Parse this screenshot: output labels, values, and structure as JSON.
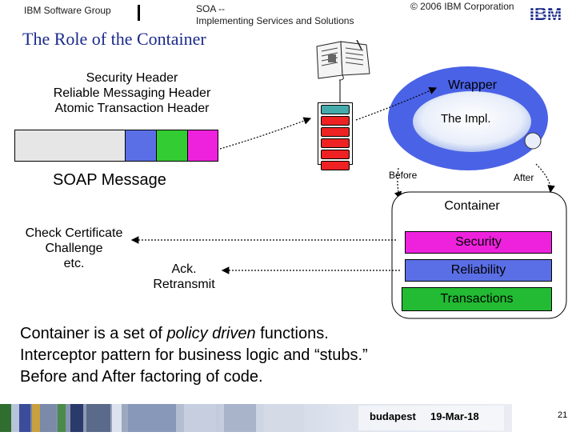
{
  "header": {
    "group": "IBM Software Group",
    "course_line1": "SOA --",
    "course_line2": "Implementing Services and Solutions",
    "copyright": "© 2006 IBM Corporation",
    "logo": "IBM"
  },
  "title": "The Role of the Container",
  "headers_list": [
    "Security Header",
    "Reliable Messaging Header",
    "Atomic Transaction Header"
  ],
  "soap_label": "SOAP Message",
  "soap_segments": [
    {
      "color": "#e6e6e6"
    },
    {
      "color": "#5a6fe6"
    },
    {
      "color": "#33cc33"
    },
    {
      "color": "#ee22dd"
    }
  ],
  "stack_colors": [
    "#44aaaa",
    "#ee2222",
    "#ee2222",
    "#ee2222",
    "#ee2222",
    "#ee2222"
  ],
  "wrapper_label": "Wrapper",
  "impl_label": "The Impl.",
  "before_label": "Before",
  "after_label": "After",
  "container": {
    "title": "Container",
    "layers": [
      {
        "label": "Security",
        "color": "#ee22dd"
      },
      {
        "label": "Reliability",
        "color": "#5a6fe6"
      },
      {
        "label": "Transactions",
        "color": "#22bb33"
      }
    ]
  },
  "left_functions": {
    "line1": "Check Certificate",
    "line2": "Challenge",
    "line3": "etc."
  },
  "ack": {
    "line1": "Ack.",
    "line2": "Retransmit"
  },
  "bullets": [
    {
      "pre": "Container is a set of ",
      "em": "policy driven",
      "post": " functions."
    },
    {
      "pre": "Interceptor pattern for business logic and “stubs.”",
      "em": "",
      "post": ""
    },
    {
      "pre": "Before and After factoring of code.",
      "em": "",
      "post": ""
    }
  ],
  "footer": {
    "location": "budapest",
    "date": "19-Mar-18",
    "page": "21"
  },
  "icons": {
    "book": "open-book-icon",
    "logo": "ibm-logo"
  }
}
